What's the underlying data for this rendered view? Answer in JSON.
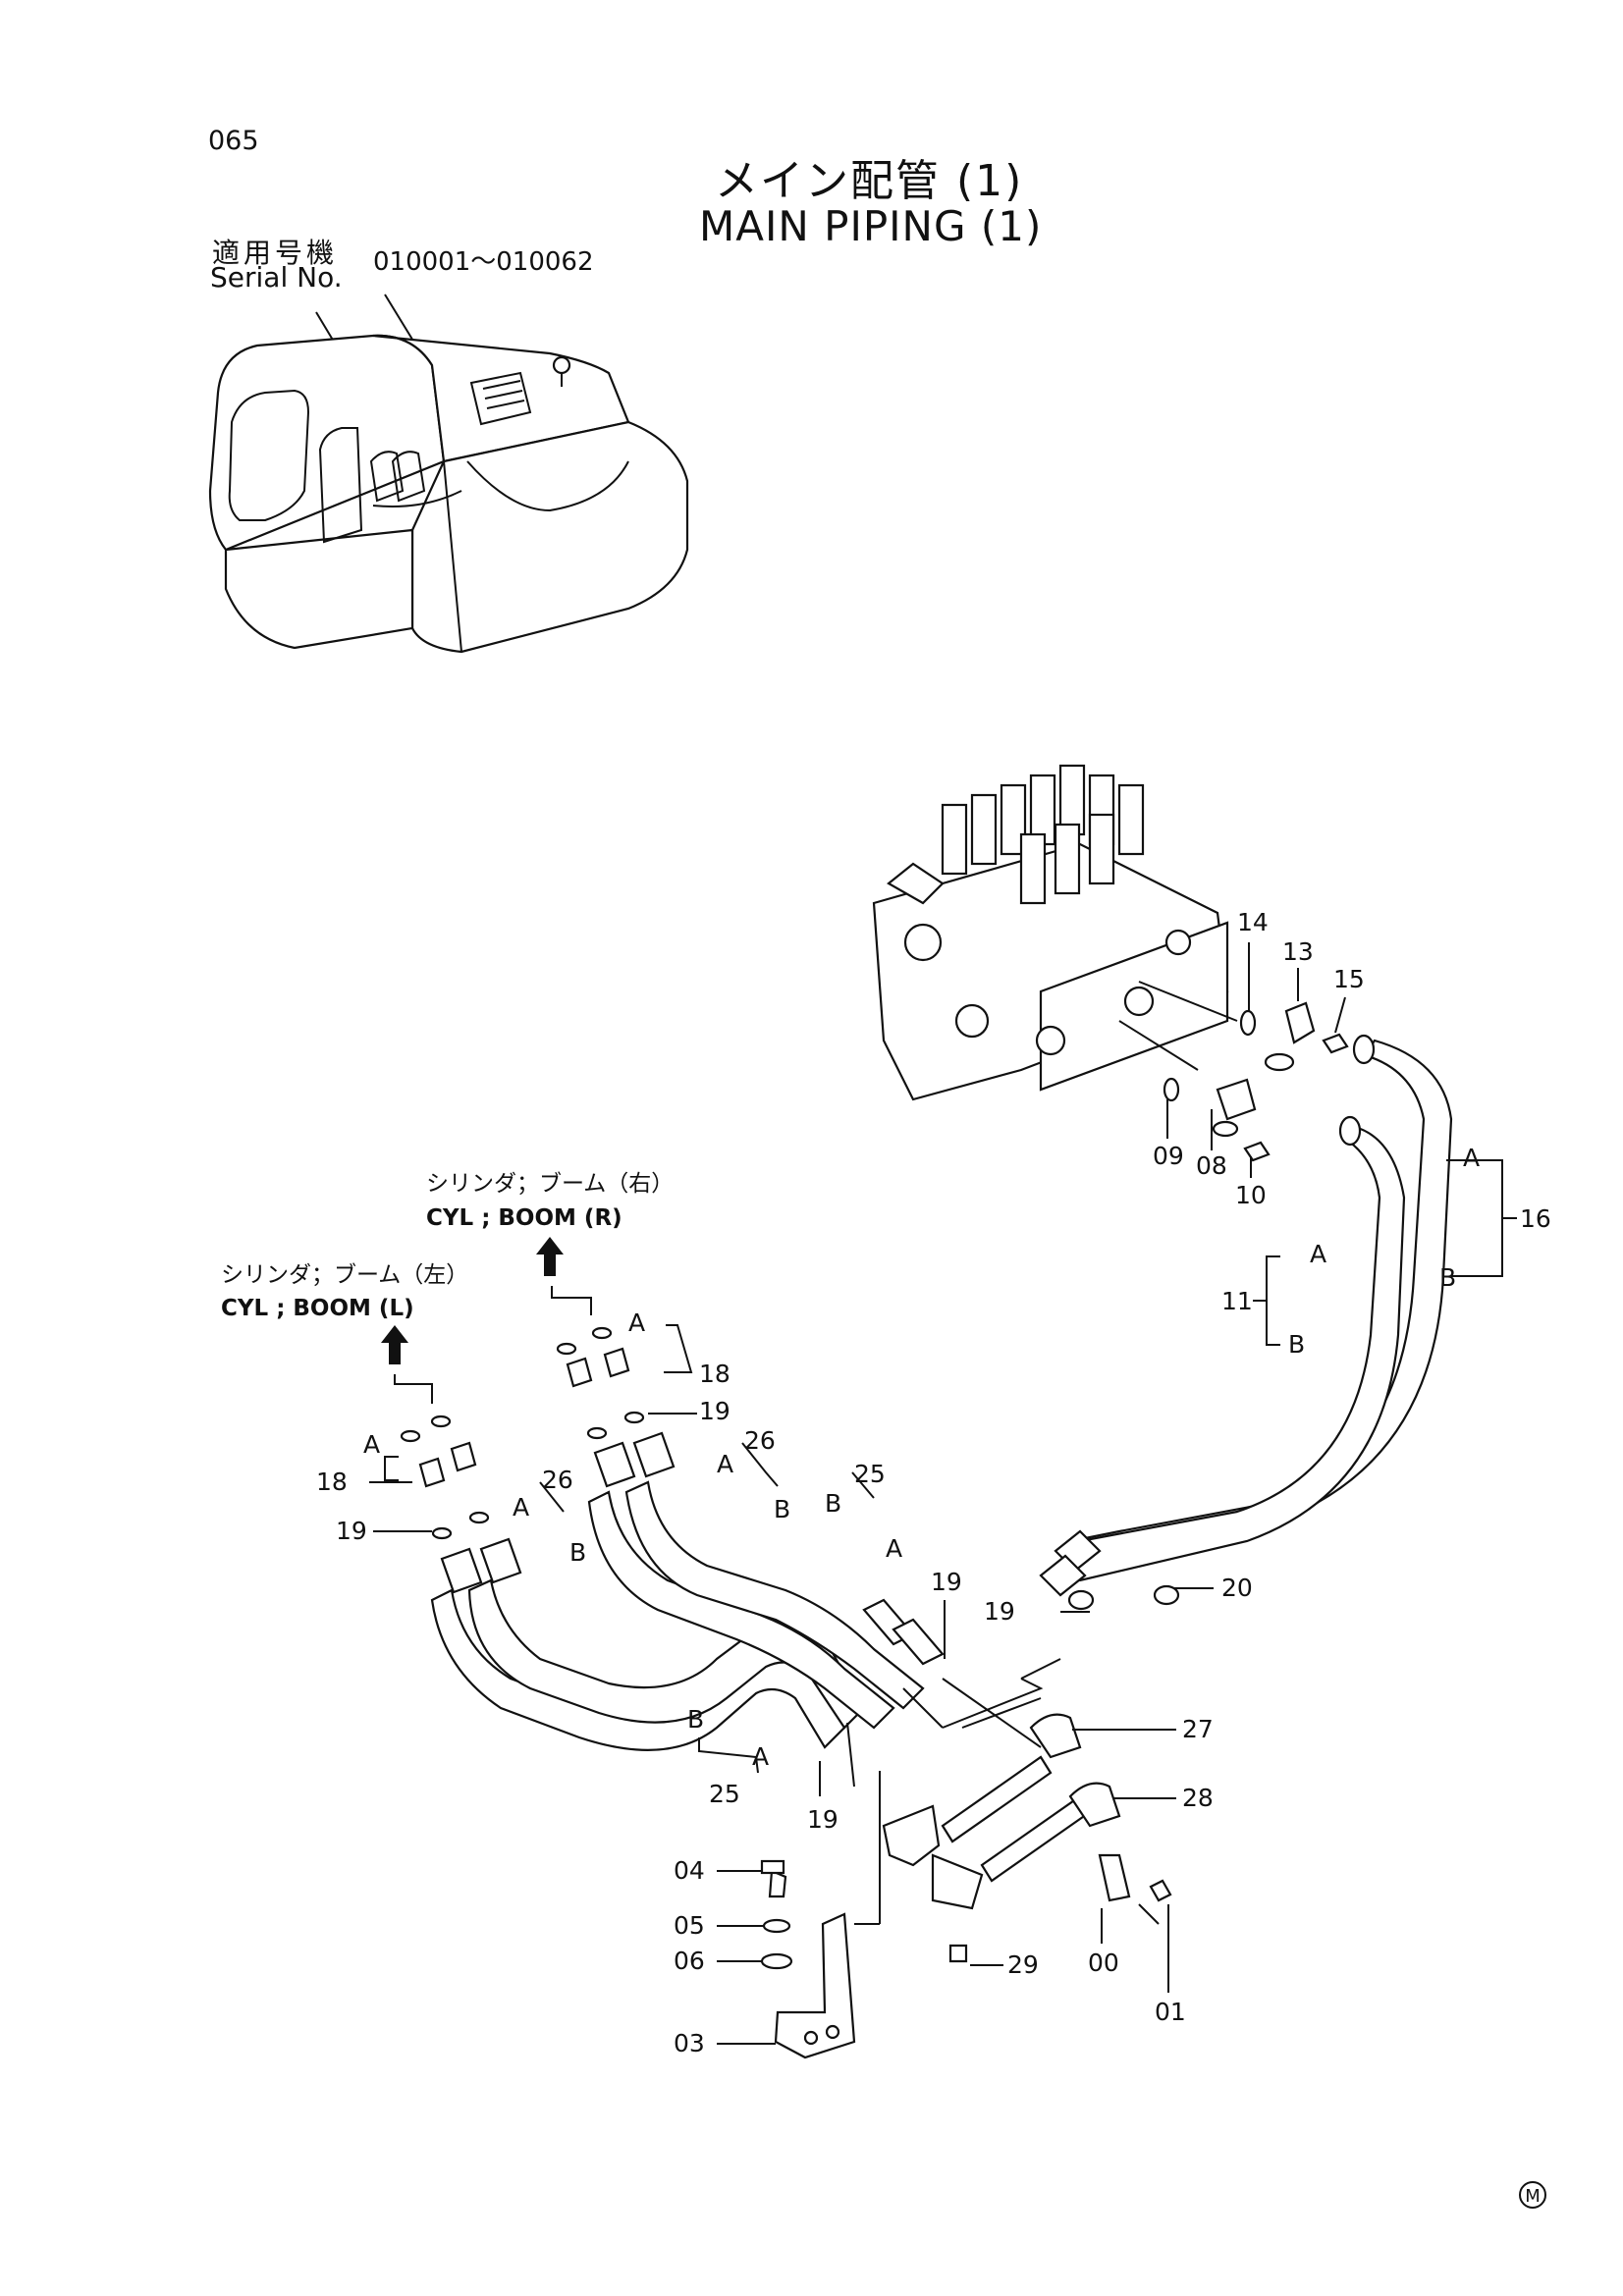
{
  "page_number": "065",
  "title_jp": "メイン配管 (1)",
  "title_en": "MAIN PIPING (1)",
  "serial": {
    "label_jp": "適用号機",
    "label_en": "Serial No.",
    "range": "010001～010062"
  },
  "destinations": {
    "boom_right_jp": "シリンダ；ブーム（右）",
    "boom_right_en": "CYL ; BOOM (R)",
    "boom_left_jp": "シリンダ；ブーム（左）",
    "boom_left_en": "CYL ; BOOM (L)"
  },
  "callouts": {
    "c14": "14",
    "c13": "13",
    "c15": "15",
    "c09": "09",
    "c08": "08",
    "c10": "10",
    "c16": "16",
    "c11": "11",
    "c18a": "18",
    "c18b": "18",
    "c19a": "19",
    "c19b": "19",
    "c19c": "19",
    "c19d": "19",
    "c19e": "19",
    "c26a": "26",
    "c26b": "26",
    "c25a": "25",
    "c25b": "25",
    "c20": "20",
    "c27": "27",
    "c28": "28",
    "c04": "04",
    "c05": "05",
    "c06": "06",
    "c03": "03",
    "c29": "29",
    "c00": "00",
    "c01": "01"
  },
  "ab": {
    "a": "A",
    "b": "B"
  },
  "mark": "M"
}
